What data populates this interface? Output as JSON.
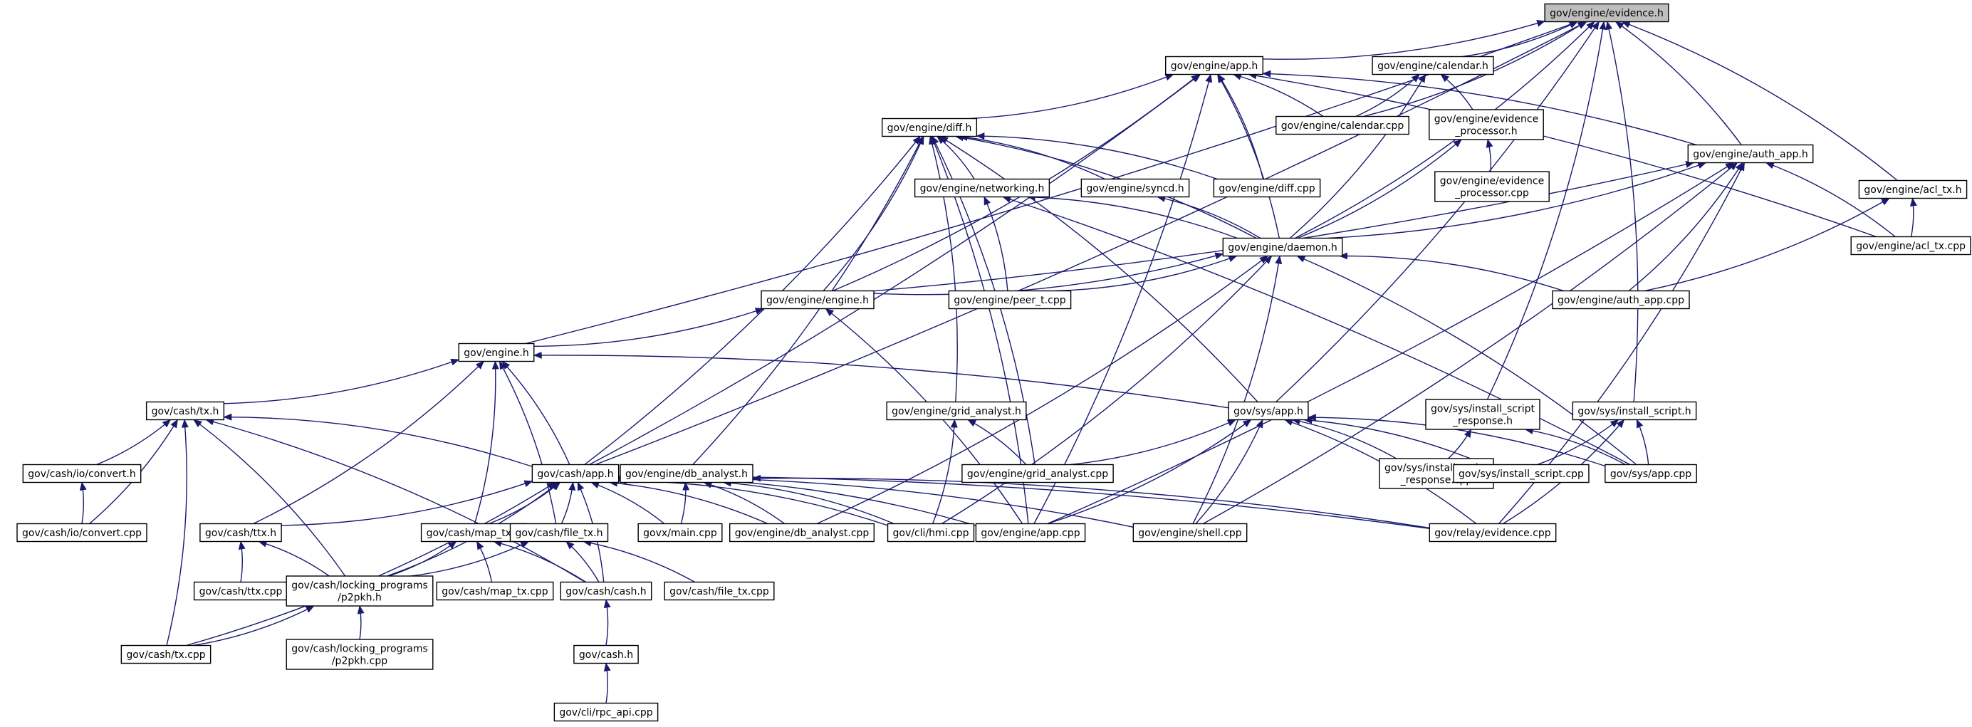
{
  "diagram": {
    "type": "include-dependency-graph",
    "edge_color": "#191970",
    "root_fill": "#bfbfbf",
    "nodes": [
      {
        "id": "evidence_h",
        "lines": [
          "gov/engine/evidence.h"
        ],
        "root": true
      },
      {
        "id": "app_h",
        "lines": [
          "gov/engine/app.h"
        ]
      },
      {
        "id": "calendar_h",
        "lines": [
          "gov/engine/calendar.h"
        ]
      },
      {
        "id": "calendar_cpp",
        "lines": [
          "gov/engine/calendar.cpp"
        ]
      },
      {
        "id": "ev_proc_h",
        "lines": [
          "gov/engine/evidence",
          "_processor.h"
        ]
      },
      {
        "id": "ev_proc_cpp",
        "lines": [
          "gov/engine/evidence",
          "_processor.cpp"
        ]
      },
      {
        "id": "diff_h",
        "lines": [
          "gov/engine/diff.h"
        ]
      },
      {
        "id": "networking_h",
        "lines": [
          "gov/engine/networking.h"
        ]
      },
      {
        "id": "syncd_h",
        "lines": [
          "gov/engine/syncd.h"
        ]
      },
      {
        "id": "diff_cpp",
        "lines": [
          "gov/engine/diff.cpp"
        ]
      },
      {
        "id": "auth_app_h",
        "lines": [
          "gov/engine/auth_app.h"
        ]
      },
      {
        "id": "acl_tx_h",
        "lines": [
          "gov/engine/acl_tx.h"
        ]
      },
      {
        "id": "daemon_h",
        "lines": [
          "gov/engine/daemon.h"
        ]
      },
      {
        "id": "acl_tx_cpp",
        "lines": [
          "gov/engine/acl_tx.cpp"
        ]
      },
      {
        "id": "engine_engine_h",
        "lines": [
          "gov/engine/engine.h"
        ]
      },
      {
        "id": "peer_t_cpp",
        "lines": [
          "gov/engine/peer_t.cpp"
        ]
      },
      {
        "id": "auth_app_cpp",
        "lines": [
          "gov/engine/auth_app.cpp"
        ]
      },
      {
        "id": "gov_engine_h",
        "lines": [
          "gov/engine.h"
        ]
      },
      {
        "id": "cash_tx_h",
        "lines": [
          "gov/cash/tx.h"
        ]
      },
      {
        "id": "grid_analyst_h",
        "lines": [
          "gov/engine/grid_analyst.h"
        ]
      },
      {
        "id": "sys_app_h",
        "lines": [
          "gov/sys/app.h"
        ]
      },
      {
        "id": "install_script_resp_h",
        "lines": [
          "gov/sys/install_script",
          "_response.h"
        ]
      },
      {
        "id": "install_script_h",
        "lines": [
          "gov/sys/install_script.h"
        ]
      },
      {
        "id": "io_convert_h",
        "lines": [
          "gov/cash/io/convert.h"
        ]
      },
      {
        "id": "cash_app_h",
        "lines": [
          "gov/cash/app.h"
        ]
      },
      {
        "id": "db_analyst_h",
        "lines": [
          "gov/engine/db_analyst.h"
        ]
      },
      {
        "id": "grid_analyst_cpp",
        "lines": [
          "gov/engine/grid_analyst.cpp"
        ]
      },
      {
        "id": "install_script_resp_cpp",
        "lines": [
          "gov/sys/install_script",
          "_response.cpp"
        ]
      },
      {
        "id": "install_script_cpp",
        "lines": [
          "gov/sys/install_script.cpp"
        ]
      },
      {
        "id": "sys_app_cpp",
        "lines": [
          "gov/sys/app.cpp"
        ]
      },
      {
        "id": "io_convert_cpp",
        "lines": [
          "gov/cash/io/convert.cpp"
        ]
      },
      {
        "id": "ttx_h",
        "lines": [
          "gov/cash/ttx.h"
        ]
      },
      {
        "id": "map_tx_h",
        "lines": [
          "gov/cash/map_tx.h"
        ]
      },
      {
        "id": "file_tx_h",
        "lines": [
          "gov/cash/file_tx.h"
        ]
      },
      {
        "id": "govx_main_cpp",
        "lines": [
          "govx/main.cpp"
        ]
      },
      {
        "id": "db_analyst_cpp",
        "lines": [
          "gov/engine/db_analyst.cpp"
        ]
      },
      {
        "id": "hmi_cpp",
        "lines": [
          "gov/cli/hmi.cpp"
        ]
      },
      {
        "id": "engine_app_cpp",
        "lines": [
          "gov/engine/app.cpp"
        ]
      },
      {
        "id": "shell_cpp",
        "lines": [
          "gov/engine/shell.cpp"
        ]
      },
      {
        "id": "relay_evidence_cpp",
        "lines": [
          "gov/relay/evidence.cpp"
        ]
      },
      {
        "id": "ttx_cpp",
        "lines": [
          "gov/cash/ttx.cpp"
        ]
      },
      {
        "id": "p2pkh_h",
        "lines": [
          "gov/cash/locking_programs",
          "/p2pkh.h"
        ]
      },
      {
        "id": "map_tx_cpp",
        "lines": [
          "gov/cash/map_tx.cpp"
        ]
      },
      {
        "id": "cash_cash_h",
        "lines": [
          "gov/cash/cash.h"
        ]
      },
      {
        "id": "file_tx_cpp",
        "lines": [
          "gov/cash/file_tx.cpp"
        ]
      },
      {
        "id": "cash_tx_cpp",
        "lines": [
          "gov/cash/tx.cpp"
        ]
      },
      {
        "id": "p2pkh_cpp",
        "lines": [
          "gov/cash/locking_programs",
          "/p2pkh.cpp"
        ]
      },
      {
        "id": "gov_cash_h",
        "lines": [
          "gov/cash.h"
        ]
      },
      {
        "id": "rpc_api_cpp",
        "lines": [
          "gov/cli/rpc_api.cpp"
        ]
      }
    ],
    "edges": [
      [
        "app_h",
        "evidence_h"
      ],
      [
        "calendar_h",
        "evidence_h"
      ],
      [
        "calendar_cpp",
        "evidence_h"
      ],
      [
        "daemon_h",
        "evidence_h"
      ],
      [
        "sys_app_h",
        "evidence_h"
      ],
      [
        "auth_app_h",
        "evidence_h"
      ],
      [
        "acl_tx_h",
        "evidence_h"
      ],
      [
        "install_script_resp_h",
        "evidence_h"
      ],
      [
        "install_script_h",
        "evidence_h"
      ],
      [
        "gov_engine_h",
        "evidence_h"
      ],
      [
        "cash_app_h",
        "evidence_h"
      ],
      [
        "calendar_cpp",
        "app_h"
      ],
      [
        "diff_h",
        "app_h"
      ],
      [
        "diff_cpp",
        "app_h"
      ],
      [
        "daemon_h",
        "app_h"
      ],
      [
        "auth_app_h",
        "app_h"
      ],
      [
        "acl_tx_cpp",
        "app_h"
      ],
      [
        "engine_engine_h",
        "app_h"
      ],
      [
        "cash_app_h",
        "app_h"
      ],
      [
        "engine_app_cpp",
        "app_h"
      ],
      [
        "calendar_cpp",
        "calendar_h"
      ],
      [
        "ev_proc_h",
        "calendar_h"
      ],
      [
        "daemon_h",
        "calendar_h"
      ],
      [
        "ev_proc_cpp",
        "ev_proc_h"
      ],
      [
        "daemon_h",
        "ev_proc_h"
      ],
      [
        "networking_h",
        "diff_h"
      ],
      [
        "syncd_h",
        "diff_h"
      ],
      [
        "diff_cpp",
        "diff_h"
      ],
      [
        "daemon_h",
        "diff_h"
      ],
      [
        "engine_engine_h",
        "diff_h"
      ],
      [
        "grid_analyst_h",
        "diff_h"
      ],
      [
        "db_analyst_h",
        "diff_h"
      ],
      [
        "cash_app_h",
        "diff_h"
      ],
      [
        "grid_analyst_cpp",
        "diff_h"
      ],
      [
        "engine_app_cpp",
        "diff_h"
      ],
      [
        "sys_app_h",
        "diff_h"
      ],
      [
        "daemon_h",
        "networking_h"
      ],
      [
        "peer_t_cpp",
        "networking_h"
      ],
      [
        "sys_app_cpp",
        "networking_h"
      ],
      [
        "daemon_h",
        "syncd_h"
      ],
      [
        "daemon_h",
        "auth_app_h"
      ],
      [
        "engine_engine_h",
        "auth_app_h"
      ],
      [
        "auth_app_cpp",
        "auth_app_h"
      ],
      [
        "acl_tx_cpp",
        "auth_app_h"
      ],
      [
        "engine_app_cpp",
        "auth_app_h"
      ],
      [
        "shell_cpp",
        "auth_app_h"
      ],
      [
        "relay_evidence_cpp",
        "auth_app_h"
      ],
      [
        "acl_tx_cpp",
        "acl_tx_h"
      ],
      [
        "auth_app_cpp",
        "acl_tx_h"
      ],
      [
        "engine_engine_h",
        "daemon_h"
      ],
      [
        "peer_t_cpp",
        "daemon_h"
      ],
      [
        "auth_app_cpp",
        "daemon_h"
      ],
      [
        "db_analyst_cpp",
        "daemon_h"
      ],
      [
        "hmi_cpp",
        "daemon_h"
      ],
      [
        "shell_cpp",
        "daemon_h"
      ],
      [
        "sys_app_cpp",
        "daemon_h"
      ],
      [
        "gov_engine_h",
        "engine_engine_h"
      ],
      [
        "engine_app_cpp",
        "engine_engine_h"
      ],
      [
        "cash_tx_h",
        "gov_engine_h"
      ],
      [
        "sys_app_h",
        "gov_engine_h"
      ],
      [
        "cash_app_h",
        "gov_engine_h"
      ],
      [
        "ttx_h",
        "gov_engine_h"
      ],
      [
        "map_tx_h",
        "gov_engine_h"
      ],
      [
        "file_tx_h",
        "gov_engine_h"
      ],
      [
        "grid_analyst_cpp",
        "grid_analyst_h"
      ],
      [
        "hmi_cpp",
        "grid_analyst_h"
      ],
      [
        "grid_analyst_cpp",
        "sys_app_h"
      ],
      [
        "install_script_resp_cpp",
        "sys_app_h"
      ],
      [
        "install_script_cpp",
        "sys_app_h"
      ],
      [
        "sys_app_cpp",
        "sys_app_h"
      ],
      [
        "engine_app_cpp",
        "sys_app_h"
      ],
      [
        "shell_cpp",
        "sys_app_h"
      ],
      [
        "relay_evidence_cpp",
        "sys_app_h"
      ],
      [
        "install_script_resp_cpp",
        "install_script_resp_h"
      ],
      [
        "sys_app_cpp",
        "install_script_resp_h"
      ],
      [
        "install_script_cpp",
        "install_script_h"
      ],
      [
        "sys_app_cpp",
        "install_script_h"
      ],
      [
        "relay_evidence_cpp",
        "install_script_h"
      ],
      [
        "io_convert_h",
        "cash_tx_h"
      ],
      [
        "io_convert_cpp",
        "cash_tx_h"
      ],
      [
        "cash_app_h",
        "cash_tx_h"
      ],
      [
        "p2pkh_h",
        "cash_tx_h"
      ],
      [
        "cash_tx_cpp",
        "cash_tx_h"
      ],
      [
        "cash_cash_h",
        "cash_tx_h"
      ],
      [
        "io_convert_cpp",
        "io_convert_h"
      ],
      [
        "ttx_h",
        "cash_app_h"
      ],
      [
        "map_tx_h",
        "cash_app_h"
      ],
      [
        "file_tx_h",
        "cash_app_h"
      ],
      [
        "govx_main_cpp",
        "cash_app_h"
      ],
      [
        "db_analyst_cpp",
        "cash_app_h"
      ],
      [
        "hmi_cpp",
        "cash_app_h"
      ],
      [
        "engine_app_cpp",
        "cash_app_h"
      ],
      [
        "shell_cpp",
        "cash_app_h"
      ],
      [
        "relay_evidence_cpp",
        "cash_app_h"
      ],
      [
        "p2pkh_h",
        "cash_app_h"
      ],
      [
        "cash_cash_h",
        "cash_app_h"
      ],
      [
        "cash_tx_cpp",
        "cash_app_h"
      ],
      [
        "govx_main_cpp",
        "db_analyst_h"
      ],
      [
        "db_analyst_cpp",
        "db_analyst_h"
      ],
      [
        "hmi_cpp",
        "db_analyst_h"
      ],
      [
        "relay_evidence_cpp",
        "db_analyst_h"
      ],
      [
        "ttx_cpp",
        "ttx_h"
      ],
      [
        "p2pkh_h",
        "ttx_h"
      ],
      [
        "map_tx_cpp",
        "map_tx_h"
      ],
      [
        "cash_cash_h",
        "map_tx_h"
      ],
      [
        "p2pkh_h",
        "map_tx_h"
      ],
      [
        "file_tx_cpp",
        "file_tx_h"
      ],
      [
        "cash_cash_h",
        "file_tx_h"
      ],
      [
        "p2pkh_h",
        "file_tx_h"
      ],
      [
        "p2pkh_cpp",
        "p2pkh_h"
      ],
      [
        "cash_tx_cpp",
        "p2pkh_h"
      ],
      [
        "gov_cash_h",
        "cash_cash_h"
      ],
      [
        "rpc_api_cpp",
        "gov_cash_h"
      ]
    ]
  }
}
